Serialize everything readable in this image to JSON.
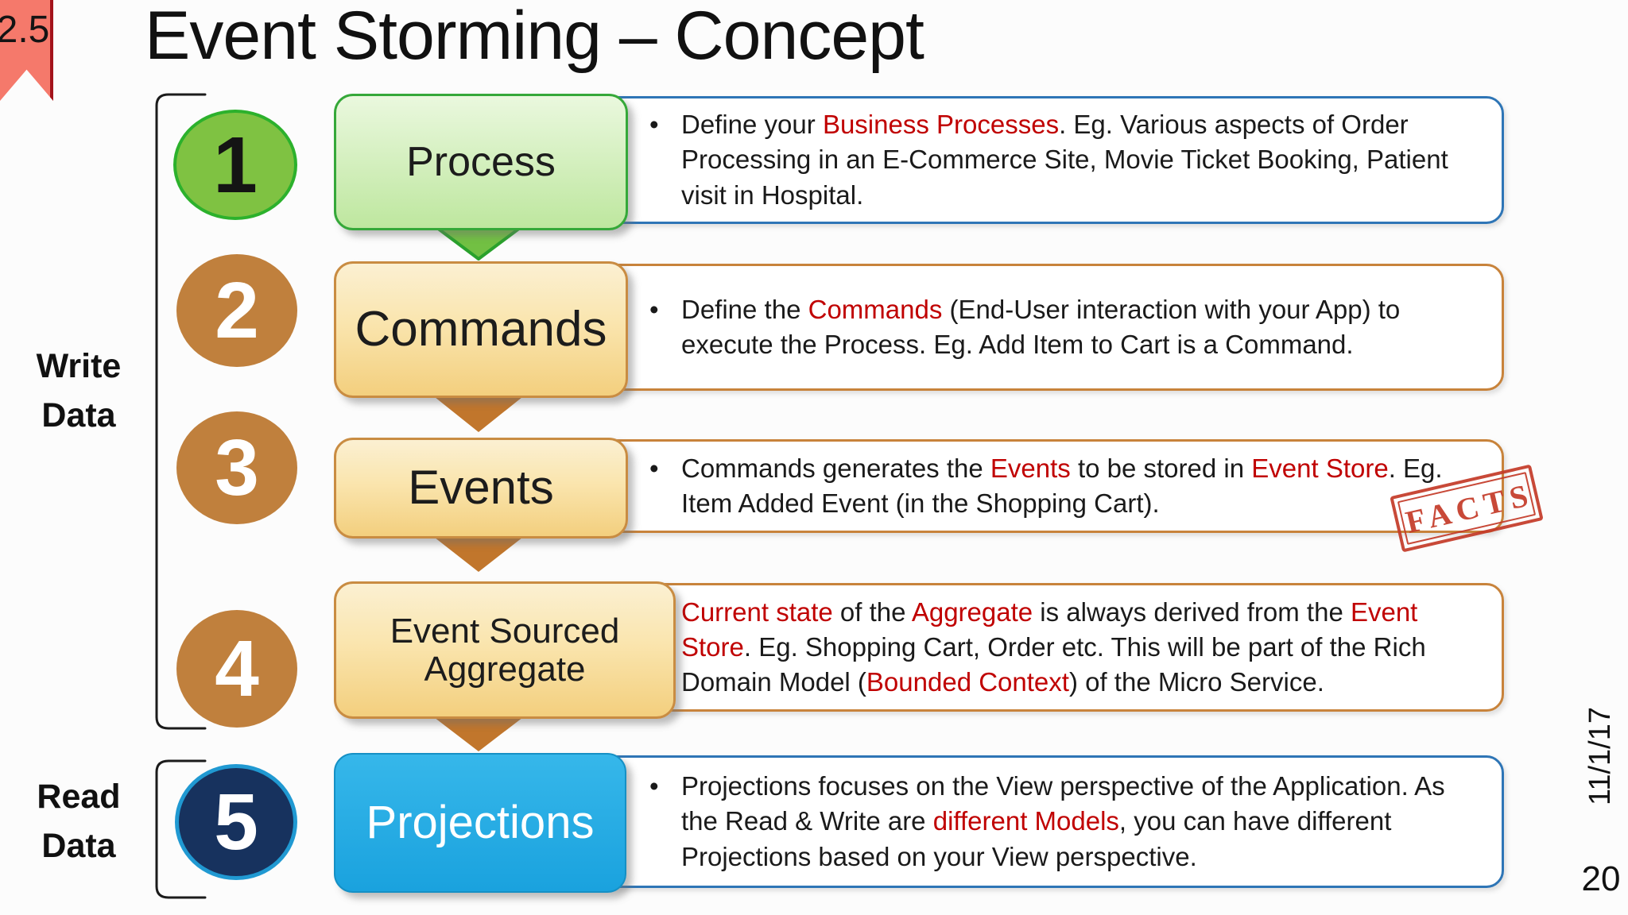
{
  "slide": {
    "section_tag": "2.5",
    "title": "Event Storming – Concept",
    "date": "11/1/17",
    "page_number": "20",
    "stamp_text": "FACTS"
  },
  "side_labels": {
    "write_line1": "Write",
    "write_line2": "Data",
    "read_line1": "Read",
    "read_line2": "Data"
  },
  "steps": [
    {
      "number": "1",
      "label": "Process",
      "bullet": "•",
      "segments": [
        "Define your ",
        "Business Processes",
        ". Eg. Various aspects of Order Processing in an E-Commerce Site, Movie Ticket Booking, Patient visit in Hospital."
      ]
    },
    {
      "number": "2",
      "label": "Commands",
      "bullet": "•",
      "segments": [
        "Define the ",
        "Commands",
        " (End-User interaction with your App) to execute the Process. Eg. Add Item to Cart is a Command."
      ]
    },
    {
      "number": "3",
      "label": "Events",
      "bullet": "•",
      "segments": [
        "Commands generates the ",
        "Events",
        " to be stored in ",
        "Event Store",
        ". Eg. Item Added Event (in the Shopping Cart)."
      ]
    },
    {
      "number": "4",
      "label": "Event Sourced Aggregate",
      "bullet": "•",
      "segments": [
        "Current state",
        " of the ",
        "Aggregate",
        " is always derived from the ",
        "Event Store",
        ". Eg. Shopping Cart, Order etc. This will be part of the Rich Domain Model (",
        "Bounded Context",
        ") of the Micro Service."
      ]
    },
    {
      "number": "5",
      "label": "Projections",
      "bullet": "•",
      "segments": [
        "Projections focuses on the View perspective of the Application. As the Read & Write are ",
        "different Models",
        ", you can have different Projections based on your View perspective."
      ]
    }
  ],
  "colors": {
    "red_text": "#c00000",
    "step1_circle": "#7fc242",
    "step1_circle_border": "#2cb12c",
    "brown_circle": "#c0803d",
    "step5_circle": "#17325e",
    "step5_circle_border": "#2099d2",
    "green_box_border": "#35a839",
    "gold_box_border": "#c98c42",
    "blue_desc_border": "#2e75b6",
    "gold_desc_border": "#c8833b",
    "projections_box": "#1aa2de",
    "green_arrow": "#72c043",
    "brown_arrow": "#c1762c",
    "stamp_red": "#c43a28",
    "ribbon_fill": "#f5796b",
    "ribbon_edge": "#a3131b"
  }
}
